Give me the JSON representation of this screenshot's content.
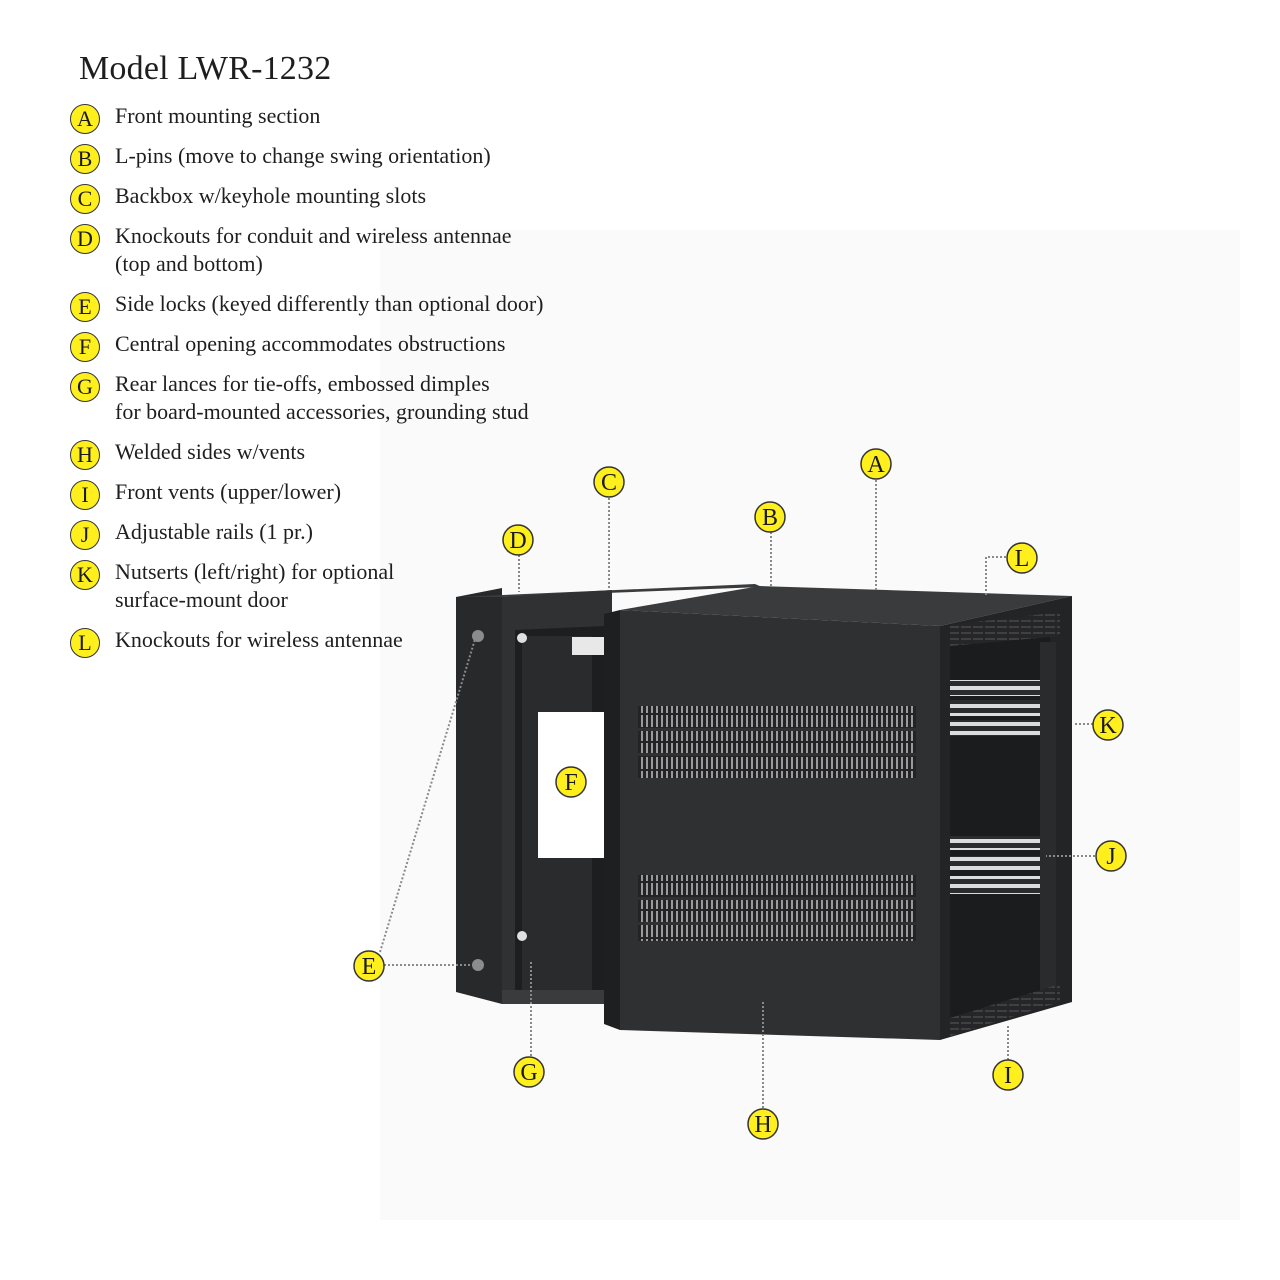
{
  "title": "Model LWR-1232",
  "legend": [
    {
      "letter": "A",
      "lines": [
        "Front mounting section"
      ]
    },
    {
      "letter": "B",
      "lines": [
        "L-pins (move to change swing orientation)"
      ]
    },
    {
      "letter": "C",
      "lines": [
        "Backbox w/keyhole mounting slots"
      ]
    },
    {
      "letter": "D",
      "lines": [
        "Knockouts for conduit and wireless antennae",
        "(top and bottom)"
      ]
    },
    {
      "letter": "E",
      "lines": [
        "Side locks (keyed differently than optional door)"
      ]
    },
    {
      "letter": "F",
      "lines": [
        "Central opening accommodates obstructions"
      ]
    },
    {
      "letter": "G",
      "lines": [
        "Rear lances for tie-offs, embossed dimples",
        "for board-mounted accessories, grounding stud"
      ]
    },
    {
      "letter": "H",
      "lines": [
        "Welded sides w/vents"
      ]
    },
    {
      "letter": "I",
      "lines": [
        "Front vents (upper/lower)"
      ]
    },
    {
      "letter": "J",
      "lines": [
        "Adjustable rails (1 pr.)"
      ]
    },
    {
      "letter": "K",
      "lines": [
        "Nutserts (left/right) for optional",
        "surface-mount door"
      ]
    },
    {
      "letter": "L",
      "lines": [
        "Knockouts for wireless antennae"
      ]
    }
  ],
  "callouts": [
    "A",
    "B",
    "C",
    "D",
    "E",
    "F",
    "G",
    "H",
    "I",
    "J",
    "K",
    "L"
  ],
  "colors": {
    "badge": "#ffef1c",
    "cabinet": "#2b2c2e",
    "leader": "#8a8a8a"
  }
}
